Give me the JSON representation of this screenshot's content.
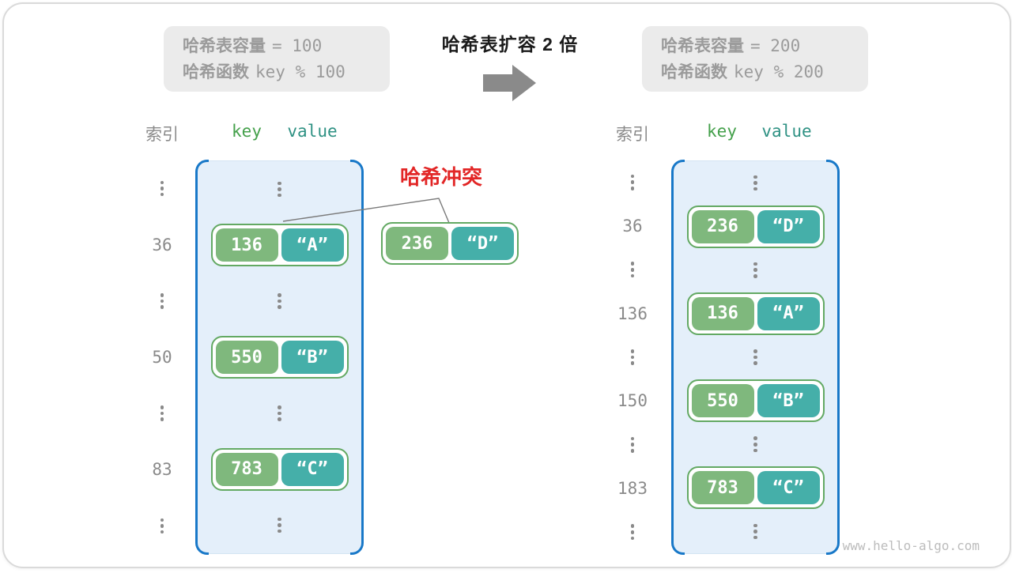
{
  "header": {
    "before_box": {
      "line1_label": "哈希表容量",
      "line1_value": "= 100",
      "line2_label": "哈希函数",
      "line2_value": "key % 100"
    },
    "title": "哈希表扩容 2 倍",
    "after_box": {
      "line1_label": "哈希表容量",
      "line1_value": "= 200",
      "line2_label": "哈希函数",
      "line2_value": "key % 200"
    }
  },
  "collision_label": "哈希冲突",
  "collision_pair": {
    "key": "236",
    "value": "“D”"
  },
  "tables": {
    "before": {
      "index_header": "索引",
      "key_header": "key",
      "value_header": "value",
      "rows": [
        {
          "type": "dots"
        },
        {
          "index": "36",
          "key": "136",
          "value": "“A”"
        },
        {
          "type": "dots"
        },
        {
          "index": "50",
          "key": "550",
          "value": "“B”"
        },
        {
          "type": "dots"
        },
        {
          "index": "83",
          "key": "783",
          "value": "“C”"
        },
        {
          "type": "dots"
        }
      ]
    },
    "after": {
      "index_header": "索引",
      "key_header": "key",
      "value_header": "value",
      "rows": [
        {
          "type": "dots"
        },
        {
          "index": "36",
          "key": "236",
          "value": "“D”"
        },
        {
          "type": "dots"
        },
        {
          "index": "136",
          "key": "136",
          "value": "“A”"
        },
        {
          "type": "dots"
        },
        {
          "index": "150",
          "key": "550",
          "value": "“B”"
        },
        {
          "type": "dots"
        },
        {
          "index": "183",
          "key": "783",
          "value": "“C”"
        },
        {
          "type": "dots"
        }
      ]
    }
  },
  "colors": {
    "bucket_border": "#1878c8",
    "bucket_fill": "#e4effa",
    "key_fill": "#7fb87d",
    "value_fill": "#45afa9",
    "pair_border": "#63a963",
    "collision_red": "#e22626",
    "muted_gray": "#8a8a8a",
    "capbox_bg": "#ebebeb"
  },
  "watermark": "www.hello-algo.com"
}
